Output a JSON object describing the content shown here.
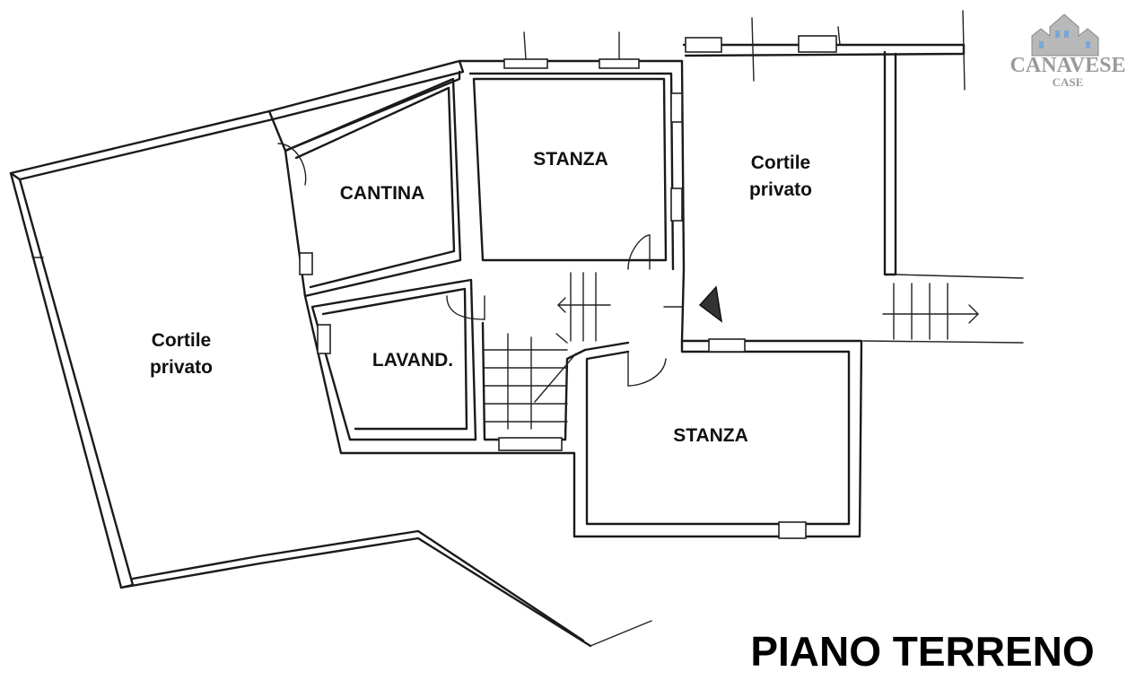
{
  "title": "PIANO TERRENO",
  "logo": {
    "name": "CANAVESE",
    "sub": "CASE"
  },
  "rooms": [
    {
      "id": "cortile-left",
      "label": [
        "Cortile",
        "privato"
      ]
    },
    {
      "id": "cantina",
      "label": [
        "CANTINA"
      ]
    },
    {
      "id": "stanza-top",
      "label": [
        "STANZA"
      ]
    },
    {
      "id": "cortile-right",
      "label": [
        "Cortile",
        "privato"
      ]
    },
    {
      "id": "lavanderia",
      "label": [
        "LAVAND."
      ]
    },
    {
      "id": "stanza-bottom",
      "label": [
        "STANZA"
      ]
    }
  ],
  "colors": {
    "ink": "#1a1a1a",
    "logo": "#9a9a9a",
    "entrance-arrow": "#333333"
  }
}
